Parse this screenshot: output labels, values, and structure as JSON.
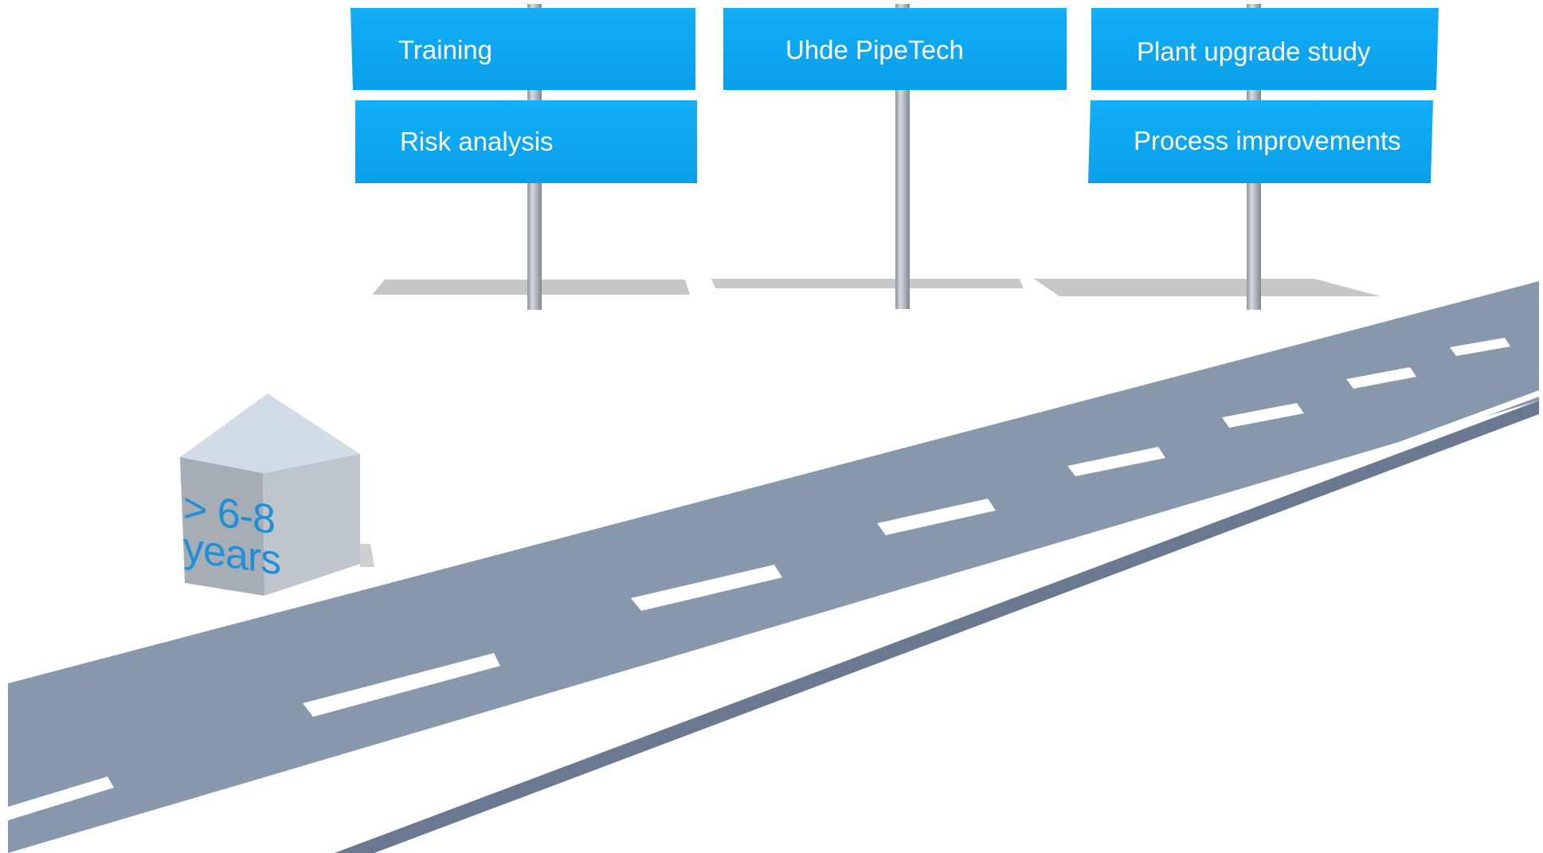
{
  "signposts": [
    {
      "post": "left",
      "signs": [
        {
          "label": "Training"
        },
        {
          "label": "Risk analysis"
        }
      ]
    },
    {
      "post": "center",
      "signs": [
        {
          "label": "Uhde PipeTech"
        }
      ]
    },
    {
      "post": "right",
      "signs": [
        {
          "label": "Plant upgrade study"
        },
        {
          "label": "Process improvements"
        }
      ]
    }
  ],
  "milestone": {
    "line1": "> 6-8",
    "line2": "years"
  },
  "colors": {
    "sign_fill": "#0aa6f2",
    "sign_text": "#ffffff",
    "road_surface": "#8798ad",
    "road_edge": "#6a7990",
    "road_marking": "#ffffff",
    "pole": "#a9b0b8",
    "shadow": "#c4c4c4",
    "milestone_roof": "#d2dce6",
    "milestone_front": "#a6adb5",
    "milestone_side": "#bfc5cc",
    "milestone_text": "#1e8fd8"
  }
}
